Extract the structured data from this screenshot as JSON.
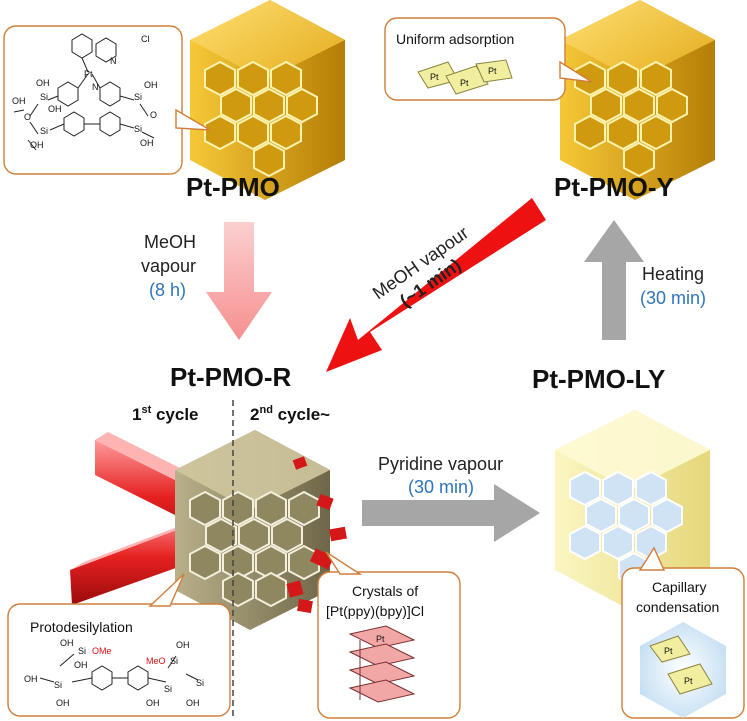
{
  "labels": {
    "pt_pmo": "Pt-PMO",
    "pt_pmo_y": "Pt-PMO-Y",
    "pt_pmo_r": "Pt-PMO-R",
    "pt_pmo_ly": "Pt-PMO-LY"
  },
  "arrows": {
    "meoh_line1": "MeOH",
    "meoh_line2": "vapour",
    "meoh_time": "(8 h)",
    "meoh_fast": "MeOH vapour",
    "meoh_fast_time": "(~1 min)",
    "heating": "Heating",
    "heating_time": "(30 min)",
    "pyridine": "Pyridine vapour",
    "pyridine_time": "(30 min)"
  },
  "cycles": {
    "first_num": "1",
    "first_sup": "st",
    "first_rest": " cycle",
    "second_num": "2",
    "second_sup": "nd",
    "second_rest": " cycle~"
  },
  "callouts": {
    "uniform": "Uniform adsorption",
    "proto": "Protodesilylation",
    "crystals_1": "Crystals of",
    "crystals_2": "[Pt(ppy)(bpy)]Cl",
    "capillary_1": "Capillary",
    "capillary_2": "condensation"
  },
  "chem": {
    "pt": "Pt",
    "cl": "Cl",
    "oh": "OH",
    "si": "Si",
    "o": "O",
    "n": "N",
    "ome": "OMe",
    "meo": "MeO"
  },
  "colors": {
    "gold": "#f2c230",
    "gold_dark": "#c8900e",
    "olive": "#a39a72",
    "pale_yellow": "#f5ee9a",
    "red_arrow": "#ee1111",
    "pink_arrow": "#f7a3a3",
    "gray_arrow": "#a6a6a6",
    "callout_border": "#d07f3a",
    "time_blue": "#2e75b6"
  }
}
